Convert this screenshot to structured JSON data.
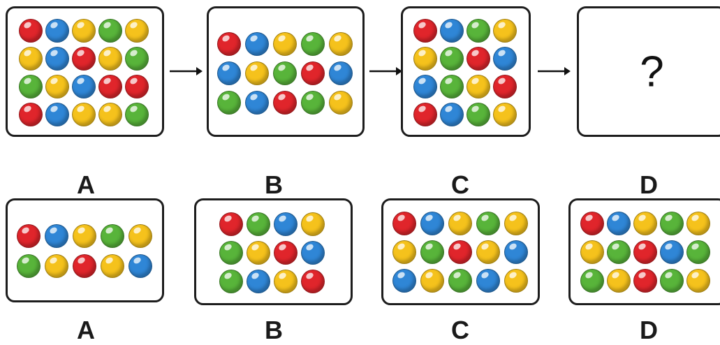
{
  "colors": {
    "R": "#e0252b",
    "B": "#2f86d6",
    "Y": "#f5c21c",
    "G": "#58b43a"
  },
  "sequence": [
    {
      "id": "seq-1",
      "rows": [
        "RBYGY",
        "YBRYG",
        "GYBRR",
        "RBYYG"
      ]
    },
    {
      "id": "seq-2",
      "rows": [
        "RBYGY",
        "BYGRB",
        "GBRGY"
      ]
    },
    {
      "id": "seq-3",
      "rows": [
        "RBGY",
        "YGRB",
        "BGYR",
        "RBGY"
      ]
    },
    {
      "id": "seq-4",
      "rows": []
    }
  ],
  "question_mark": "?",
  "top_labels": [
    "A",
    "B",
    "C",
    "D"
  ],
  "options": [
    {
      "label": "A",
      "rows": [
        "RBYGY",
        "GYRYB"
      ]
    },
    {
      "label": "B",
      "rows": [
        "RGBY",
        "GYRB",
        "GBYR"
      ]
    },
    {
      "label": "C",
      "rows": [
        "RBYGY",
        "YGRYB",
        "BYGBY"
      ]
    },
    {
      "label": "D",
      "rows": [
        "RBYGY",
        "YGRBG",
        "GYRGY"
      ]
    }
  ]
}
